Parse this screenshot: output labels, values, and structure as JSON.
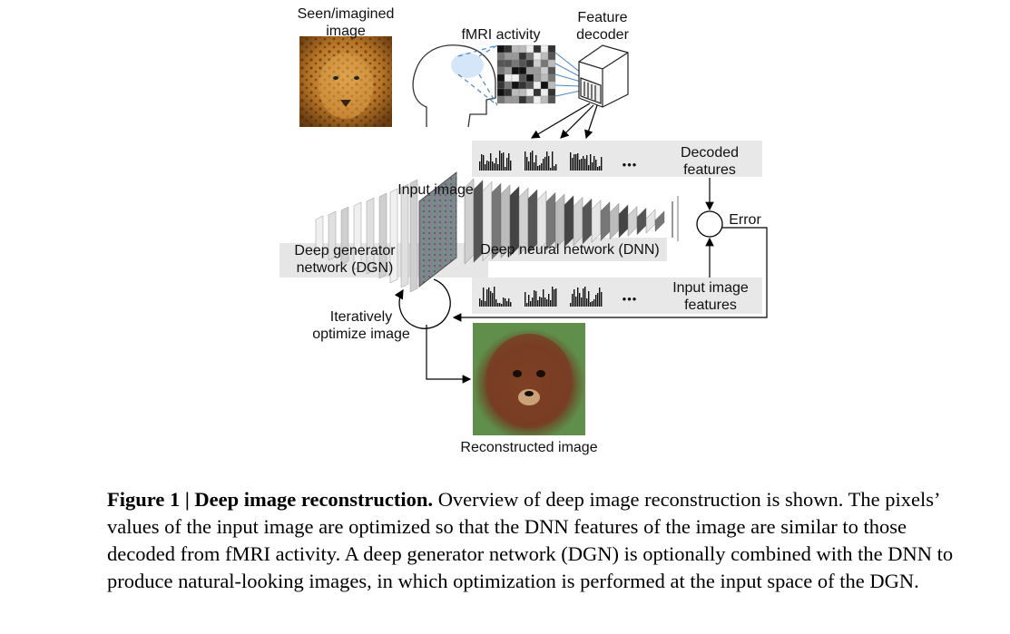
{
  "labels": {
    "seen_imagined": [
      "Seen/imagined",
      "image"
    ],
    "fmri": "fMRI activity",
    "feature_decoder": [
      "Feature",
      "decoder"
    ],
    "decoded_features": [
      "Decoded",
      "features"
    ],
    "input_image": "Input image",
    "error": "Error",
    "dgn": [
      "Deep generator",
      "network (DGN)"
    ],
    "dnn": "Deep neural network (DNN)",
    "input_image_features": [
      "Input image",
      "features"
    ],
    "iteratively": [
      "Iteratively",
      "optimize image"
    ],
    "reconstructed": "Reconstructed image",
    "ellipsis": "•••"
  },
  "caption": {
    "title": "Figure 1 | Deep image reconstruction.",
    "text": " Overview of deep image reconstruction is shown. The pixels’ values of the input image are optimized so that the DNN features of the image are similar to those decoded from fMRI activity. A deep generator network (DGN) is optionally combined with the DNN to produce natural-looking images, in which optimization is performed at the input space of the DGN."
  },
  "colors": {
    "leopard": "#c8892f",
    "reconstructed_bg": "#5f8f4a",
    "panel_gray": "#e6e6e6",
    "fmri_line": "#4a86c8"
  }
}
